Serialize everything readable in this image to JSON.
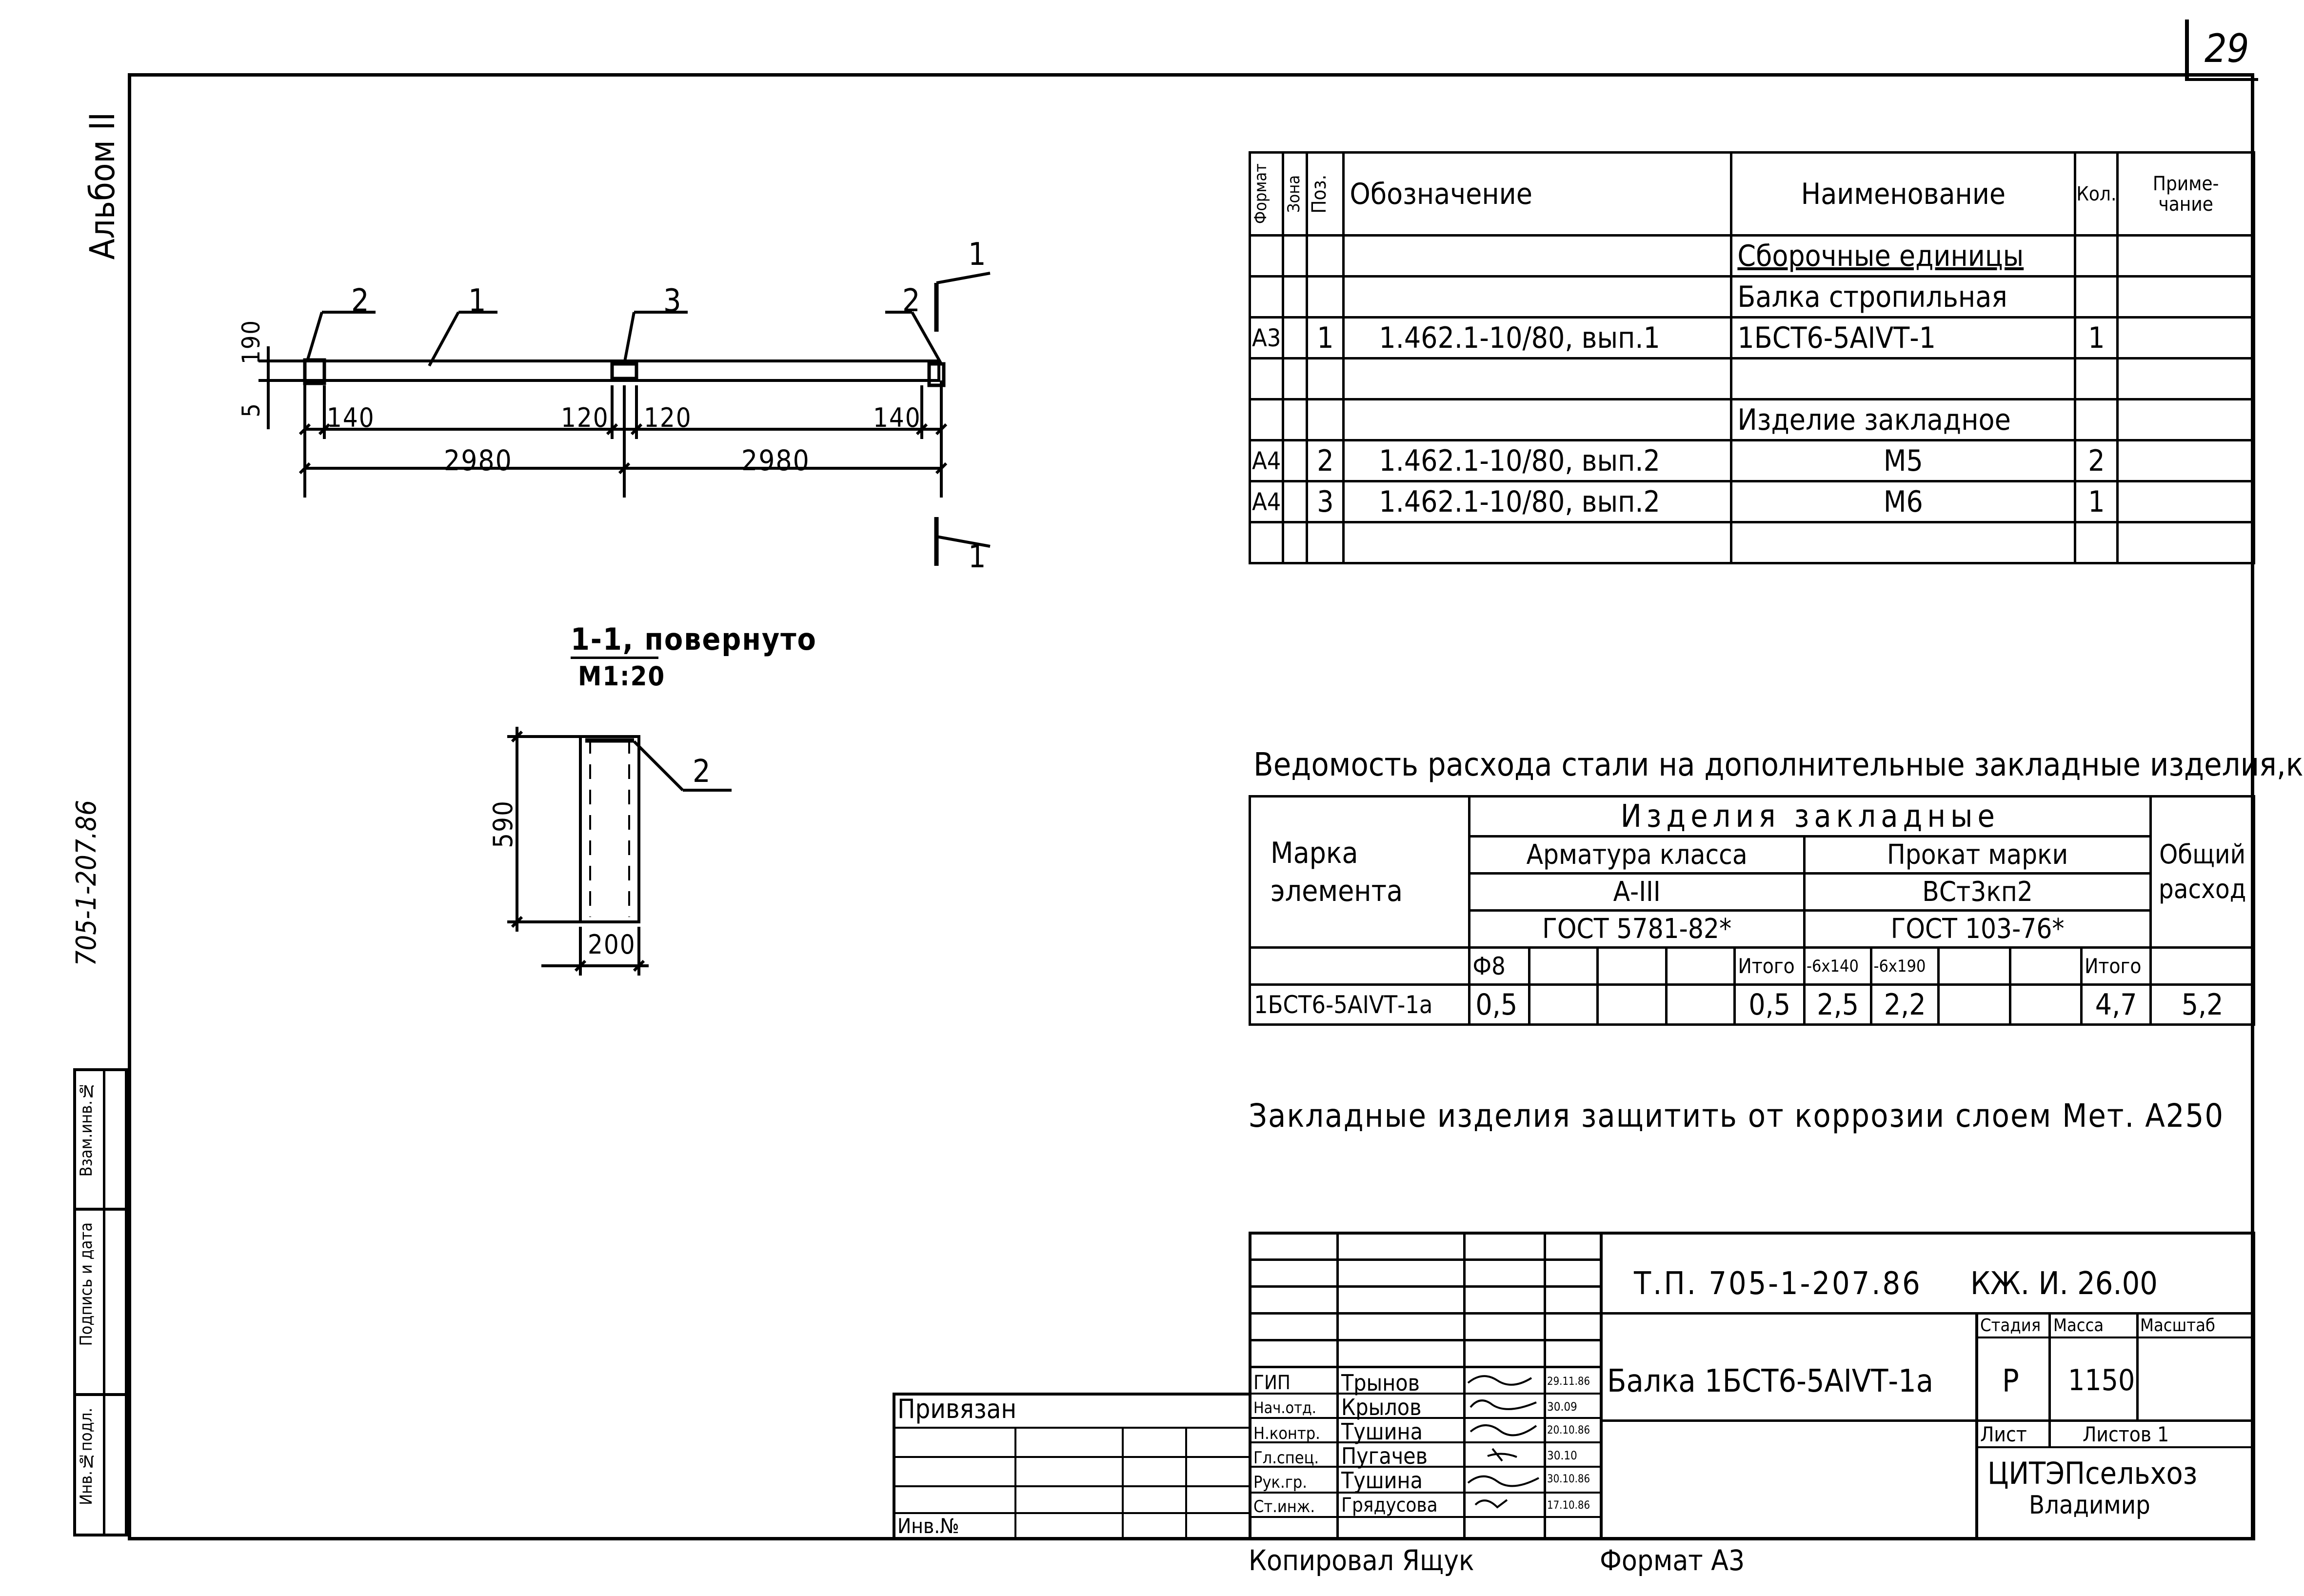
{
  "sheet_number": "29",
  "album_label": "Альбом II",
  "side_designation": "705-1-207.86",
  "side_stamp": [
    "Инв.№подл.",
    "Подпись и дата",
    "Взам.инв.№"
  ],
  "beam_view": {
    "callouts": [
      "2",
      "1",
      "3",
      "2"
    ],
    "section_marks": [
      "1",
      "1"
    ],
    "dims": {
      "h190": "190",
      "h5": "5",
      "d140a": "140",
      "d120a": "120",
      "d120b": "120",
      "d140b": "140",
      "d2980a": "2980",
      "d2980b": "2980"
    }
  },
  "section_view": {
    "title": "1-1, повернуто",
    "scale": "М1:20",
    "dim_h": "590",
    "dim_w": "200",
    "callout": "2"
  },
  "spec_table": {
    "headers": {
      "format": "Формат",
      "zone": "Зона",
      "pos": "Поз.",
      "designation": "Обозначение",
      "name": "Наименование",
      "qty": "Кол.",
      "note": "Приме-\nчание"
    },
    "rows": [
      {
        "format": "",
        "pos": "",
        "designation": "",
        "name": "Сборочные единицы",
        "qty": ""
      },
      {
        "format": "",
        "pos": "",
        "designation": "",
        "name": "Балка стропильная",
        "qty": ""
      },
      {
        "format": "А3",
        "pos": "1",
        "designation": "1.462.1-10/80, вып.1",
        "name": "1БСТ6-5АIVТ-1",
        "qty": "1"
      },
      {
        "format": "",
        "pos": "",
        "designation": "",
        "name": "",
        "qty": ""
      },
      {
        "format": "",
        "pos": "",
        "designation": "",
        "name": "Изделие закладное",
        "qty": ""
      },
      {
        "format": "А4",
        "pos": "2",
        "designation": "1.462.1-10/80, вып.2",
        "name": "М5",
        "qty": "2"
      },
      {
        "format": "А4",
        "pos": "3",
        "designation": "1.462.1-10/80, вып.2",
        "name": "М6",
        "qty": "1"
      },
      {
        "format": "",
        "pos": "",
        "designation": "",
        "name": "",
        "qty": ""
      }
    ]
  },
  "steel_table": {
    "title": "Ведомость расхода стали на дополнительные закладные изделия,кг",
    "mark_header": "Марка элемента",
    "group_header": "Изделия закладные",
    "rebar_class": "Арматура класса",
    "rebar_grade": "А-III",
    "rebar_gost": "ГОСТ 5781-82*",
    "profile_header": "Прокат марки",
    "profile_grade": "ВСт3кп2",
    "profile_gost": "ГОСТ 103-76*",
    "total_header": "Общий расход",
    "sub_headers": [
      "Ф8",
      "",
      "",
      "",
      "Итого",
      "-6х140",
      "-6х190",
      "",
      "",
      "Итого"
    ],
    "row": {
      "mark": "1БСТ6-5АIVТ-1а",
      "cells": [
        "0,5",
        "",
        "",
        "",
        "0,5",
        "2,5",
        "2,2",
        "",
        "",
        "4,7"
      ],
      "total": "5,2"
    }
  },
  "note": "Закладные изделия защитить от коррозии слоем Мет. А250",
  "title_block": {
    "project": "Т.П. 705-1-207.86",
    "code": "КЖ. И. 26.00",
    "name": "Балка 1БСТ6-5АIVТ-1а",
    "stage_label": "Стадия",
    "mass_label": "Масса",
    "scale_label": "Масштаб",
    "stage": "Р",
    "mass": "1150",
    "sheet_label": "Лист",
    "sheets_label": "Листов 1",
    "org_line1": "ЦИТЭПсельхоз",
    "org_line2": "Владимир",
    "roles": [
      {
        "role": "ГИП",
        "name": "Трынов",
        "date": "29.11.86"
      },
      {
        "role": "Нач.отд.",
        "name": "Крылов",
        "date": "30.09"
      },
      {
        "role": "Н.контр.",
        "name": "Тушина",
        "date": "20.10.86"
      },
      {
        "role": "Гл.спец.",
        "name": "Пугачев",
        "date": "30.10"
      },
      {
        "role": "Рук.гр.",
        "name": "Тушина",
        "date": "30.10.86"
      },
      {
        "role": "Ст.инж.",
        "name": "Грядусова",
        "date": "17.10.86"
      }
    ],
    "privyazan": "Привязан",
    "inv_no": "Инв.№"
  },
  "footer": {
    "copied": "Копировал Ящук",
    "format": "Формат А3"
  }
}
